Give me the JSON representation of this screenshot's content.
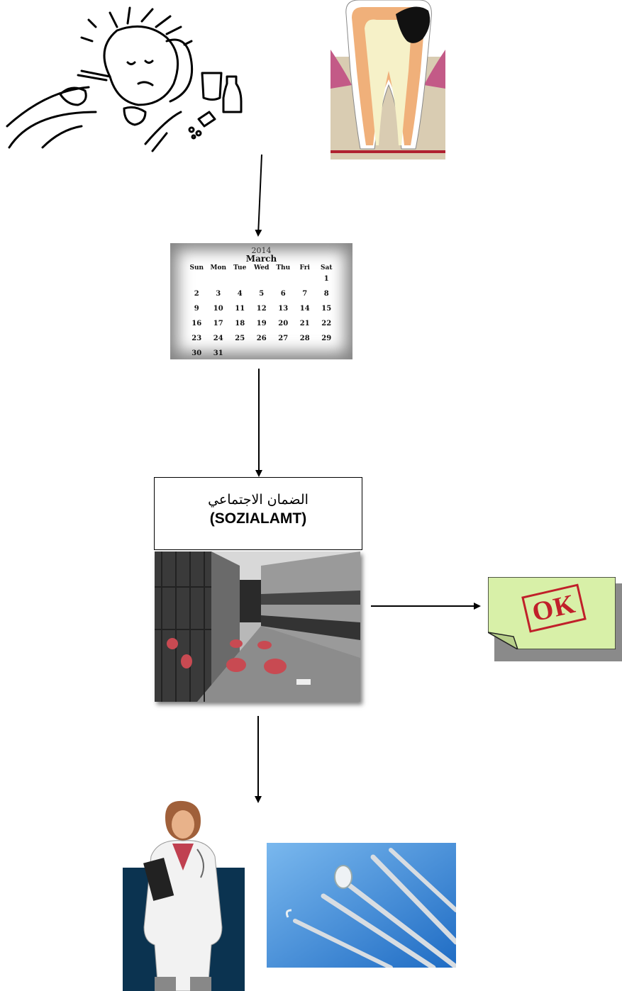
{
  "calendar": {
    "year": "2014",
    "month": "March",
    "weekdays": [
      "Sun",
      "Mon",
      "Tue",
      "Wed",
      "Thu",
      "Fri",
      "Sat"
    ],
    "weeks": [
      [
        "",
        "",
        "",
        "",
        "",
        "",
        "1"
      ],
      [
        "2",
        "3",
        "4",
        "5",
        "6",
        "7",
        "8"
      ],
      [
        "9",
        "10",
        "11",
        "12",
        "13",
        "14",
        "15"
      ],
      [
        "16",
        "17",
        "18",
        "19",
        "20",
        "21",
        "22"
      ],
      [
        "23",
        "24",
        "25",
        "26",
        "27",
        "28",
        "29"
      ],
      [
        "30",
        "31",
        "",
        "",
        "",
        "",
        ""
      ]
    ]
  },
  "office": {
    "label_ar": "الضمان الاجتماعي",
    "label_de": "(SOZIALAMT)"
  },
  "ok_stamp": "OK",
  "colors": {
    "note_fill": "#d8f0a8",
    "stamp": "#c0202a",
    "doctor_bg": "#0b3350",
    "tools_bg": "#3a8fd8",
    "gum": "#c35a87",
    "dentin": "#f0b07a",
    "pulp": "#f6f1c8"
  }
}
